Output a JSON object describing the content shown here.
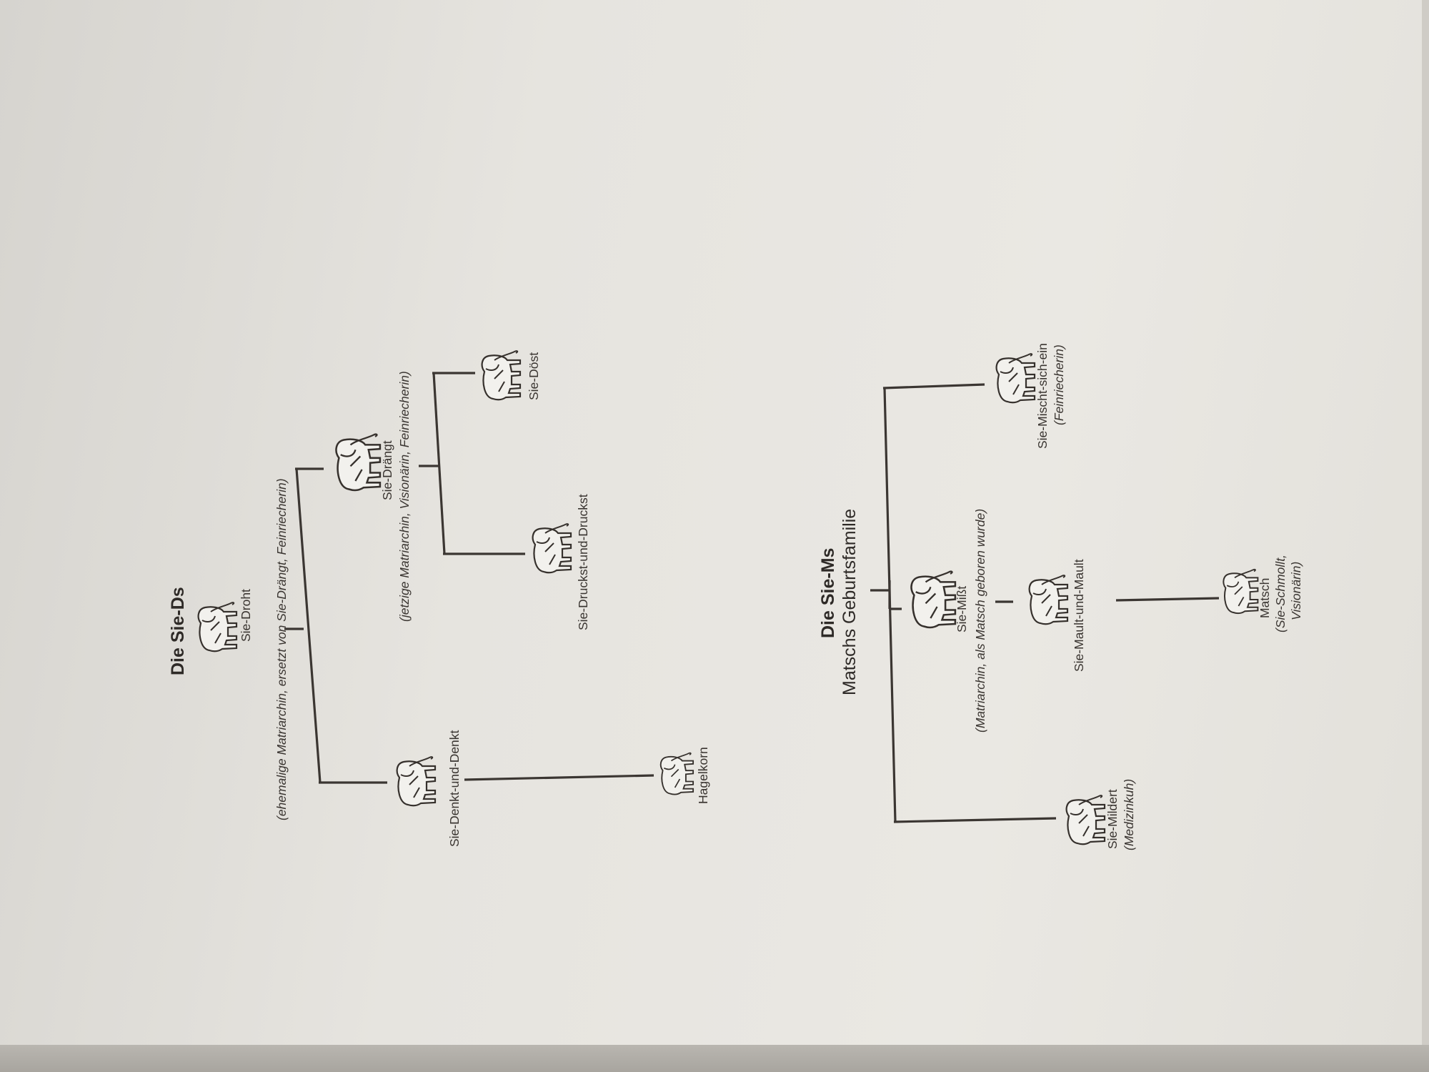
{
  "top_family": {
    "title": "Die Sie-Ds",
    "members": {
      "droht": {
        "name": "Sie-Droht",
        "note": "(ehemalige Matriarchin, ersetzt von Sie-Drängt, Feinriecherin)"
      },
      "draengt": {
        "name": "Sie-Drängt",
        "note": "(jetzige Matriarchin, Visionärin, Feinriecherin)"
      },
      "doest": {
        "name": "Sie-Döst"
      },
      "druckst": {
        "name": "Sie-Druckst-und-Druckst"
      },
      "denkt": {
        "name": "Sie-Denkt-und-Denkt"
      },
      "hagelkorn": {
        "name": "Hagelkorn"
      }
    }
  },
  "bottom_family": {
    "title": "Die Sie-Ms",
    "subtitle": "Matschs Geburtsfamilie",
    "members": {
      "misst": {
        "name": "Sie-Mißt",
        "note": "(Matriarchin, als Matsch geboren wurde)"
      },
      "mischt": {
        "name": "Sie-Mischt-sich-ein",
        "note": "(Feinriecherin)"
      },
      "mault": {
        "name": "Sie-Mault-und-Mault"
      },
      "matsch": {
        "name": "Matsch",
        "note_line1": "(Sie-Schmollt,",
        "note_line2": "Visionärin)"
      },
      "mildert": {
        "name": "Sie-Mildert",
        "note": "(Medizinkuh)"
      }
    }
  },
  "icons": {
    "elephant": "elephant-icon",
    "elephant_filled": "elephant-filled-icon"
  }
}
